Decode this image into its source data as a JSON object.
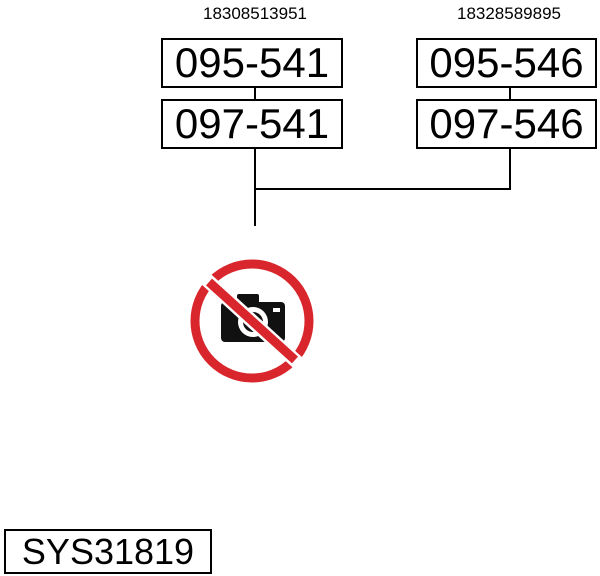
{
  "left_group": {
    "id": "18308513951",
    "codes": [
      "095-541",
      "097-541"
    ]
  },
  "right_group": {
    "id": "18328589895",
    "codes": [
      "095-546",
      "097-546"
    ]
  },
  "placeholder_icon": "no-photo-icon",
  "footer_reference": "SYS31819",
  "colors": {
    "line": "#000000",
    "prohibition_red": "#d9262c",
    "camera": "#111111"
  }
}
